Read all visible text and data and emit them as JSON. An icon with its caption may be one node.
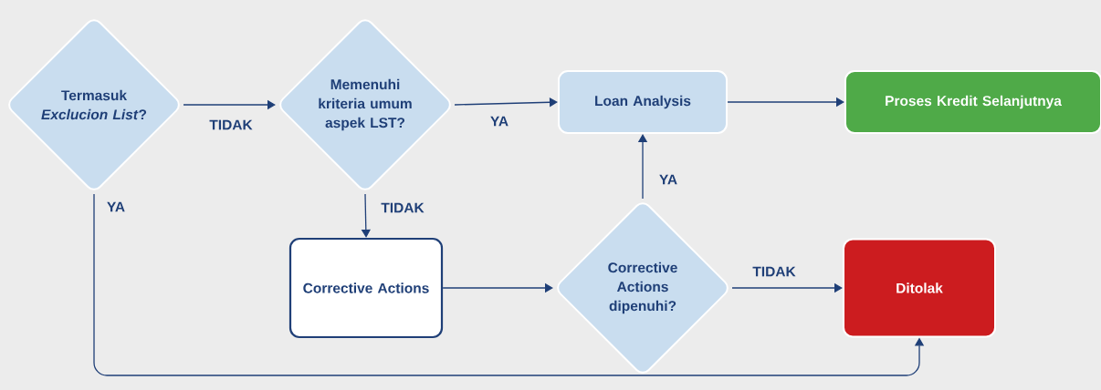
{
  "diagram": {
    "nodes": [
      {
        "text": [
          "Termasuk *Exclucion List*?"
        ]
      },
      {
        "text": [
          "Memenuhi kriteria umum aspek LST?"
        ]
      },
      {
        "text": [
          "Loan Analysis"
        ]
      },
      {
        "text": [
          "Proses Kredit Selanjutnya"
        ]
      },
      {
        "text": [
          "Corrective Actions"
        ]
      },
      {
        "text": [
          "Corrective Actions dipenuhi?"
        ]
      },
      {
        "text": [
          "Ditolak"
        ]
      }
    ],
    "edges": [
      {
        "from": 0,
        "to": 1,
        "arrow": "to",
        "label": "TIDAK"
      },
      {
        "from": 1,
        "to": 2,
        "arrow": "to",
        "label": "YA"
      },
      {
        "from": 2,
        "to": 3,
        "arrow": "to"
      },
      {
        "from": 1,
        "to": 4,
        "arrow": "to",
        "label": "TIDAK"
      },
      {
        "from": 4,
        "to": 5,
        "arrow": "to"
      },
      {
        "from": 5,
        "to": 2,
        "arrow": "to",
        "label": "YA"
      },
      {
        "from": 5,
        "to": 6,
        "arrow": "to",
        "label": "TIDAK"
      },
      {
        "from": 0,
        "to": 6,
        "arrow": "to",
        "label": "YA"
      }
    ]
  }
}
